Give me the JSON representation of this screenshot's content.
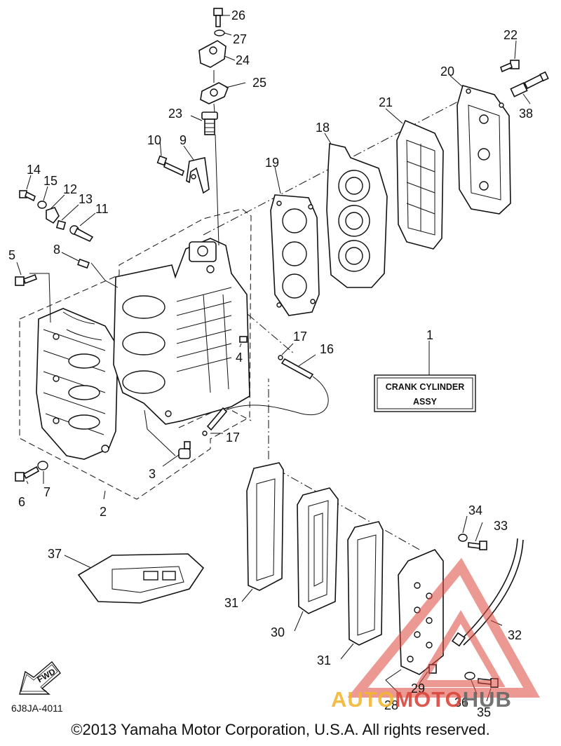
{
  "diagram": {
    "code": "6J8JA-4011",
    "fwd_label": "FWD",
    "assembly_label_line1": "CRANK CYLINDER",
    "assembly_label_line2": "ASSY",
    "copyright": "©2013 Yamaha Motor Corporation, U.S.A. All rights reserved.",
    "callouts": [
      "1",
      "2",
      "3",
      "4",
      "5",
      "6",
      "7",
      "8",
      "9",
      "10",
      "11",
      "12",
      "13",
      "14",
      "15",
      "16",
      "17",
      "17b",
      "18",
      "19",
      "20",
      "21",
      "22",
      "23",
      "24",
      "25",
      "26",
      "27",
      "28",
      "29",
      "30",
      "31",
      "31b",
      "32",
      "33",
      "34",
      "35",
      "36",
      "37",
      "38"
    ],
    "callout_text": {
      "c1": "1",
      "c2": "2",
      "c3": "3",
      "c4": "4",
      "c5": "5",
      "c6": "6",
      "c7": "7",
      "c8": "8",
      "c9": "9",
      "c10": "10",
      "c11": "11",
      "c12": "12",
      "c13": "13",
      "c14": "14",
      "c15": "15",
      "c16": "16",
      "c17": "17",
      "c17b": "17",
      "c18": "18",
      "c19": "19",
      "c20": "20",
      "c21": "21",
      "c22": "22",
      "c23": "23",
      "c24": "24",
      "c25": "25",
      "c26": "26",
      "c27": "27",
      "c28": "28",
      "c29": "29",
      "c30": "30",
      "c31": "31",
      "c31b": "31",
      "c32": "32",
      "c33": "33",
      "c34": "34",
      "c35": "35",
      "c36": "36",
      "c37": "37",
      "c38": "38"
    }
  },
  "watermark": {
    "part1": "AUTO",
    "part2": "MOTO",
    "part3": "HUB",
    "colors": {
      "yellow": "#f2b632",
      "red": "#d9453b",
      "gray": "#666666"
    }
  }
}
